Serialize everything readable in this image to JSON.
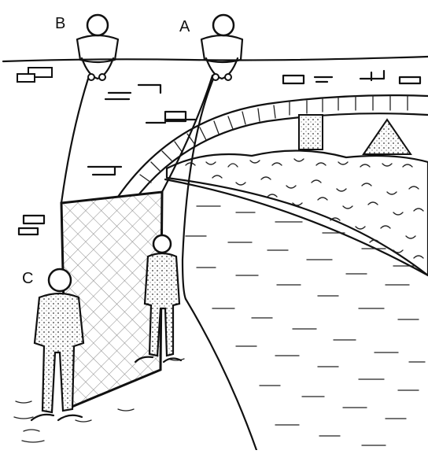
{
  "labels": {
    "a": "A",
    "b": "B",
    "c": "C"
  },
  "colors": {
    "ink": "#111111",
    "paper": "#ffffff",
    "net": "#777777"
  }
}
